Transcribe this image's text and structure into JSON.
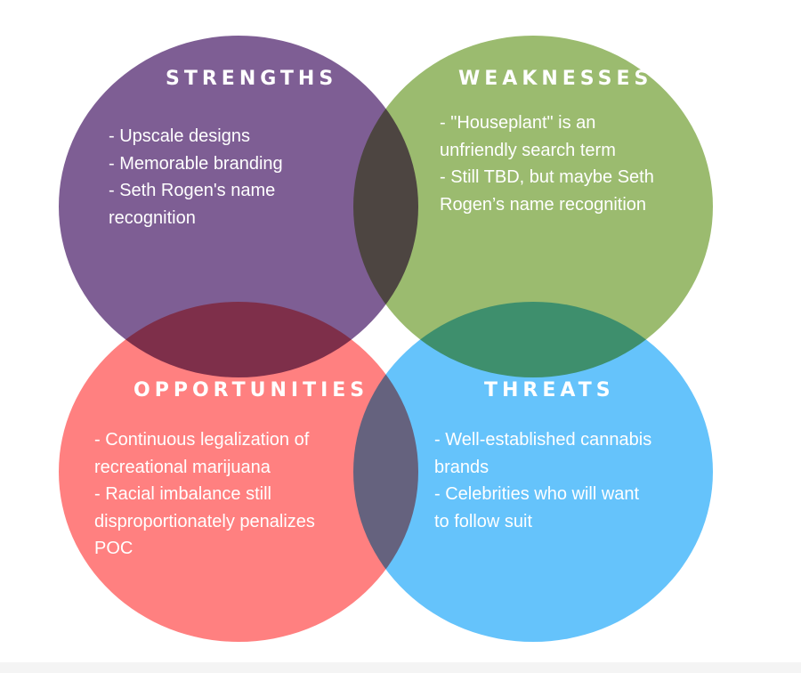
{
  "colors": {
    "strengths": "#7e5e94",
    "weaknesses": "#9bbb6f",
    "opportunities": "#ff8080",
    "threats": "#65c3fb",
    "text": "#ffffff"
  },
  "quadrants": {
    "strengths": {
      "title": "STRENGTHS",
      "lines": [
        "- Upscale designs",
        "- Memorable branding",
        "- Seth Rogen's name",
        "recognition"
      ]
    },
    "weaknesses": {
      "title": "WEAKNESSES",
      "lines": [
        "- \"Houseplant\" is an",
        "unfriendly search term",
        "- Still TBD, but maybe Seth",
        "Rogen’s name recognition"
      ]
    },
    "opportunities": {
      "title": "OPPORTUNITIES",
      "lines": [
        "- Continuous legalization of",
        "recreational marijuana",
        "- Racial imbalance still",
        "disproportionately penalizes",
        "POC"
      ]
    },
    "threats": {
      "title": "THREATS",
      "lines": [
        "- Well-established cannabis",
        "brands",
        "- Celebrities who will want",
        "to follow suit"
      ]
    }
  }
}
